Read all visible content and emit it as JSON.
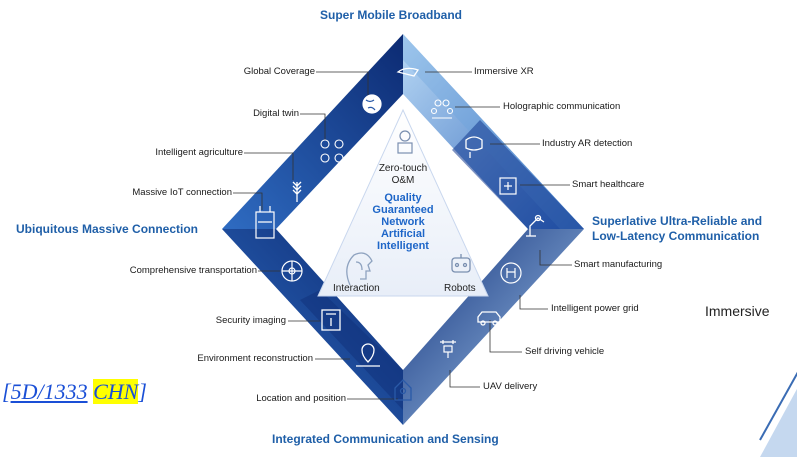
{
  "headings": {
    "top": "Super Mobile Broadband",
    "left": "Ubiquitous Massive Connection",
    "right_line1": "Superlative Ultra-Reliable and",
    "right_line2": "Low-Latency Communication",
    "bottom": "Integrated Communication and Sensing"
  },
  "center": {
    "zero_touch_1": "Zero-touch",
    "zero_touch_2": "O&M",
    "quality_1": "Quality",
    "quality_2": "Guaranteed",
    "quality_3": "Network",
    "quality_4": "Artificial",
    "quality_5": "Intelligent",
    "interaction": "Interaction",
    "robots": "Robots"
  },
  "left_labels": [
    "Global Coverage",
    "Digital twin",
    "Intelligent agriculture",
    "Massive IoT connection",
    "Comprehensive transportation",
    "Security imaging",
    "Environment reconstruction",
    "Location and position"
  ],
  "right_labels": [
    "Immersive XR",
    "Holographic communication",
    "Industry AR detection",
    "Smart healthcare",
    "Smart manufacturing",
    "Intelligent power grid",
    "Self driving vehicle",
    "UAV delivery"
  ],
  "partial_text": "Immersive",
  "reference": {
    "open": "[",
    "code": "5D/1333",
    "space": " ",
    "country": "CHN",
    "close": "]"
  },
  "icons": [
    "globe-icon",
    "cloud-network-icon",
    "wheat-icon",
    "factory-icon",
    "wheel-icon",
    "scanner-icon",
    "map-pin-icon",
    "house-location-icon",
    "vr-glasses-icon",
    "people-icon",
    "ar-headset-icon",
    "hospital-icon",
    "robot-arm-icon",
    "power-grid-icon",
    "car-icon",
    "drone-icon",
    "worker-icon",
    "ai-head-icon",
    "robot-icon"
  ],
  "colors": {
    "heading": "#1f5fa8",
    "diamond_dark": "#0f2f7a",
    "diamond_mid": "#2c63b8",
    "diamond_light": "#8fbfe8",
    "center_text": "#1e66c8"
  }
}
